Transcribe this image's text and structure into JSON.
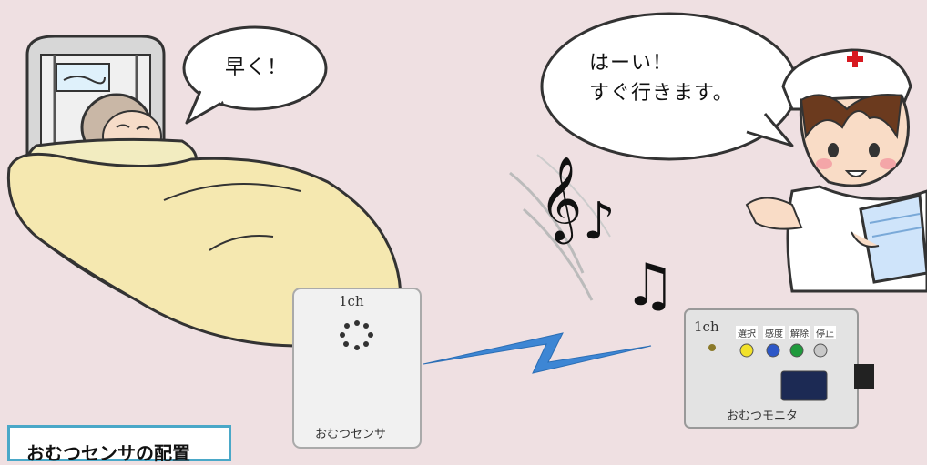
{
  "patient_speech": "早く！",
  "nurse_speech": [
    "はーい！",
    "すぐ行きます。"
  ],
  "sensor": {
    "channel": "1ch",
    "label": "おむつセンサ"
  },
  "monitor": {
    "channel": "1ch",
    "buttons": [
      {
        "label": "選択",
        "color": "#f2e22a"
      },
      {
        "label": "感度",
        "color": "#2d57c7"
      },
      {
        "label": "解除",
        "color": "#1f9a3c"
      },
      {
        "label": "停止",
        "color": "#c8c8c8"
      }
    ],
    "label": "おむつモニタ"
  },
  "caption": "おむつセンサの配置",
  "colors": {
    "background": "#efe0e2",
    "caption_border": "#4aa8c8",
    "signal": "#3d86d4"
  }
}
